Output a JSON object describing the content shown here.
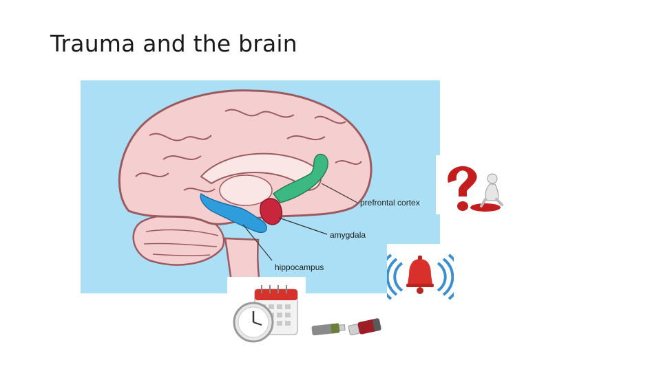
{
  "slide": {
    "title": "Trauma and the brain"
  },
  "brain_diagram": {
    "labels": {
      "prefrontal": "prefrontal cortex",
      "amygdala": "amygdala",
      "hippocampus": "hippocampus"
    },
    "colors": {
      "background": "#abdff5",
      "brain": "#f5cfcf",
      "outline": "#9b5a60",
      "prefrontal_cortex": "#3cb883",
      "amygdala": "#c8263c",
      "hippocampus": "#2f9ddb"
    }
  },
  "icons": {
    "question_person": "question-mark-person-icon",
    "alarm_bell": "alarm-bell-icon",
    "clock_calendar": "clock-calendar-icon",
    "usb_sticks": "usb-sticks-icon"
  }
}
